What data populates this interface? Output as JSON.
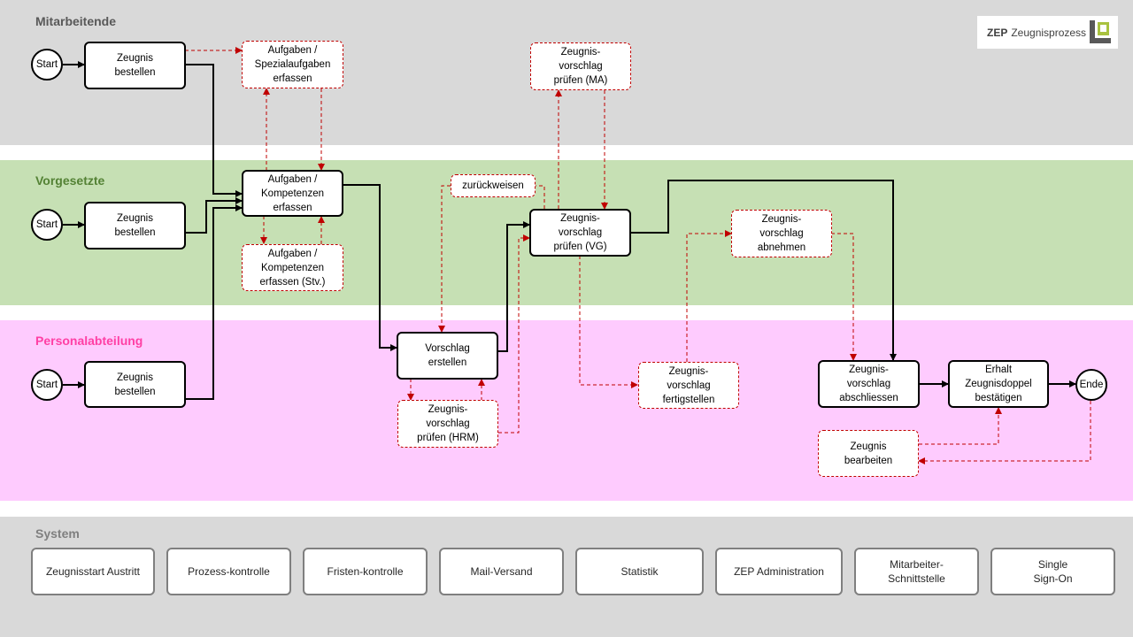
{
  "lanes": {
    "mitarbeitende": "Mitarbeitende",
    "vorgesetzte": "Vorgesetzte",
    "personalabteilung": "Personalabteilung",
    "system": "System"
  },
  "logo": {
    "brand": "ZEP",
    "product": "Zeugnisprozess"
  },
  "colors": {
    "lane_gray": "#d9d9d9",
    "lane_green": "#c6e0b4",
    "lane_pink": "#fecbfe",
    "green_title": "#548235",
    "pink_title": "#ff3fa4",
    "dashed_red": "#c00000"
  },
  "nodes": {
    "start_ma": "Start",
    "start_vg": "Start",
    "start_pa": "Start",
    "ende": "Ende",
    "bestellen_ma": "Zeugnis\nbestellen",
    "bestellen_vg": "Zeugnis\nbestellen",
    "bestellen_pa": "Zeugnis\nbestellen",
    "spezialaufgaben": "Aufgaben /\nSpezialaufgaben\nerfassen",
    "kompetenzen": "Aufgaben /\nKompetenzen\nerfassen",
    "kompetenzen_stv": "Aufgaben /\nKompetenzen\nerfassen (Stv.)",
    "zurueckweisen": "zurückweisen",
    "pruefen_ma": "Zeugnis-\nvorschlag\nprüfen (MA)",
    "pruefen_vg": "Zeugnis-\nvorschlag\nprüfen (VG)",
    "abnehmen": "Zeugnis-\nvorschlag\nabnehmen",
    "vorschlag_erstellen": "Vorschlag\nerstellen",
    "pruefen_hrm": "Zeugnis-\nvorschlag\nprüfen (HRM)",
    "fertigstellen": "Zeugnis-\nvorschlag\nfertigstellen",
    "abschliessen": "Zeugnis-\nvorschlag\nabschliessen",
    "zeugnisdoppel": "Erhalt\nZeugnisdoppel\nbestätigen",
    "bearbeiten": "Zeugnis\nbearbeiten"
  },
  "system_items": [
    "Zeugnisstart Austritt",
    "Prozess-kontrolle",
    "Fristen-kontrolle",
    "Mail-Versand",
    "Statistik",
    "ZEP Administration",
    "Mitarbeiter-\nSchnittstelle",
    "Single\nSign-On"
  ]
}
